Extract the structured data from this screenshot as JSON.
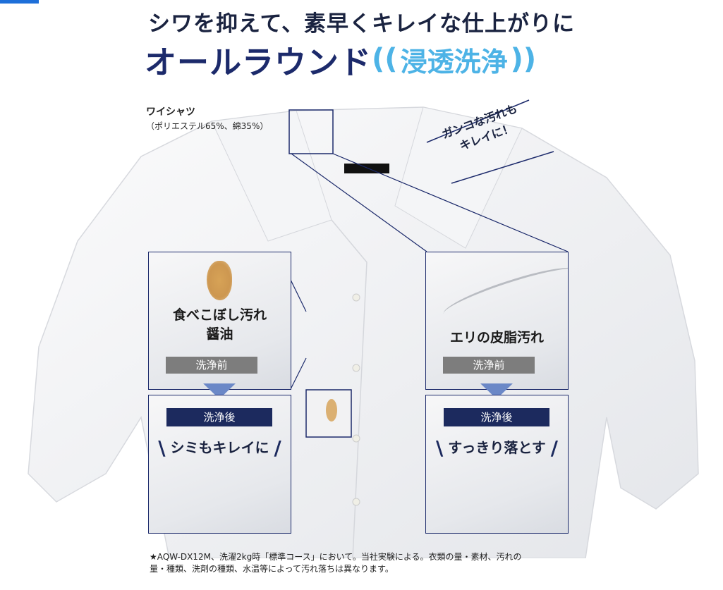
{
  "headline": "シワを抑えて、素早くキレイな仕上がりに",
  "logo": {
    "main": "オールラウンド",
    "sub": "浸透洗浄",
    "accent": "#4db3e6",
    "brand": "#1c2a6b"
  },
  "shirt": {
    "name": "ワイシャツ",
    "material": "（ポリエステル65%、綿35%）"
  },
  "callout": {
    "line1": "ガンコな汚れも",
    "line2": "キレイに！"
  },
  "panels": {
    "left": {
      "stain_line1": "食べこぼし汚れ",
      "stain_line2": "醤油",
      "before": "洗浄前",
      "after": "洗浄後",
      "result": "シミもキレイに"
    },
    "right": {
      "stain_line1": "エリの皮脂汚れ",
      "before": "洗浄前",
      "after": "洗浄後",
      "result": "すっきり落とす"
    }
  },
  "footnote": {
    "line1": "★AQW-DX12M、洗濯2kg時「標準コース」において。当社実験による。衣類の量・素材、汚れの",
    "line2": "量・種類、洗剤の種類、水温等によって汚れ落ちは異なります。"
  }
}
